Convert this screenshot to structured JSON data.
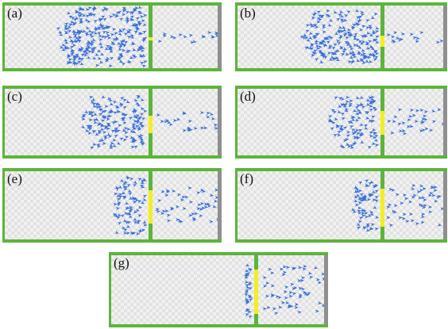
{
  "colors": {
    "wall": "#5cb53a",
    "door": "#f2ee23",
    "exit": "#8f8f8f",
    "agent": "#3a6fd8"
  },
  "panels": [
    {
      "label": "(a)",
      "crowd_level": 1.0,
      "door_open_fraction": 0.05
    },
    {
      "label": "(b)",
      "crowd_level": 0.85,
      "door_open_fraction": 0.2
    },
    {
      "label": "(c)",
      "crowd_level": 0.7,
      "door_open_fraction": 0.3
    },
    {
      "label": "(d)",
      "crowd_level": 0.55,
      "door_open_fraction": 0.4
    },
    {
      "label": "(e)",
      "crowd_level": 0.4,
      "door_open_fraction": 0.55
    },
    {
      "label": "(f)",
      "crowd_level": 0.3,
      "door_open_fraction": 0.7
    },
    {
      "label": "(g)",
      "crowd_level": 0.15,
      "door_open_fraction": 0.85
    }
  ]
}
